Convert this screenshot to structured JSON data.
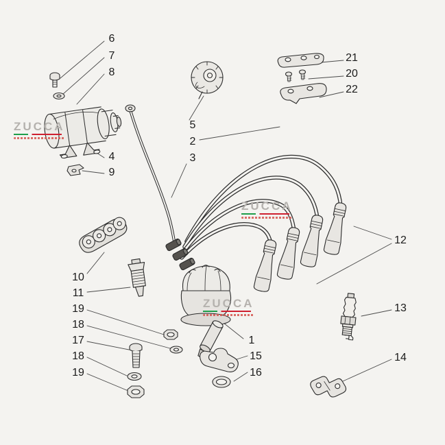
{
  "watermark": {
    "text": "ZUCCA"
  },
  "callouts": {
    "n6": "6",
    "n7": "7",
    "n8": "8",
    "n4": "4",
    "n9": "9",
    "n5": "5",
    "n2": "2",
    "n3": "3",
    "n21": "21",
    "n20": "20",
    "n22": "22",
    "n12": "12",
    "n13": "13",
    "n14": "14",
    "n10": "10",
    "n11": "11",
    "n19a": "19",
    "n18a": "18",
    "n17": "17",
    "n18b": "18",
    "n19b": "19",
    "n1": "1",
    "n15": "15",
    "n16": "16"
  }
}
